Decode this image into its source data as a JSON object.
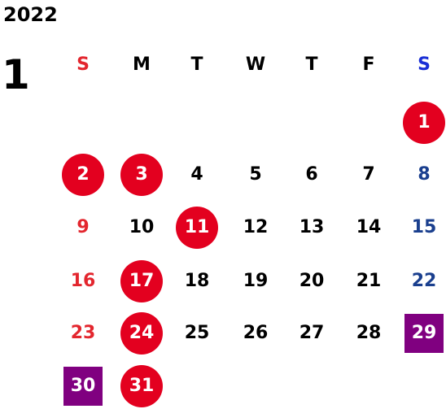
{
  "calendar": {
    "year": "2022",
    "month": "1",
    "weekday_headers": [
      "S",
      "M",
      "T",
      "W",
      "T",
      "F",
      "S"
    ],
    "first_weekday_index": 6,
    "days_in_month": 31,
    "holidays": [
      1,
      2,
      3,
      11,
      17,
      24,
      31
    ],
    "special_days": [
      29,
      30
    ],
    "colors": {
      "sunday_text": "#e3262e",
      "saturday_text": "#1a3f8e",
      "saturday_header": "#1a2fd6",
      "holiday_fill": "#e3001f",
      "special_fill": "#800080"
    }
  }
}
